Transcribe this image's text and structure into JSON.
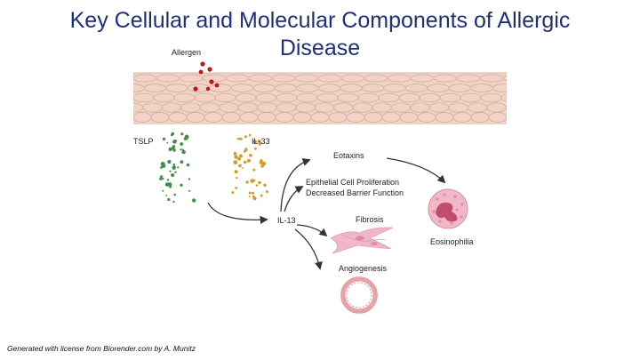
{
  "title": {
    "line1": "Key Cellular and Molecular Components of Allergic",
    "line2": "Disease"
  },
  "labels": {
    "allergen": "Allergen",
    "tslp": "TSLP",
    "il33": "IL-33",
    "il13": "IL-13",
    "eotaxins": "Eotaxins",
    "epithelial_line1": "Epithelial Cell Proliferation",
    "epithelial_line2": "Decreased Barrier Function",
    "fibrosis": "Fibrosis",
    "angiogenesis": "Angiogenesis",
    "eosinophilia": "Eosinophilia"
  },
  "footer": "Generated with license from Biorender.com by A. Munitz",
  "colors": {
    "title": "#1f2f7a",
    "allergen": "#c0151d",
    "tslp": "#3f8f44",
    "il33": "#d59a2a",
    "epithelium": "#f1d3c6",
    "epithelium_line": "#cfa99b",
    "arrow": "#333333",
    "cell_pink": "#f0b7c6",
    "nucleus": "#c24c6e",
    "vessel": "#e8a3a8"
  },
  "icons": {
    "allergen": "allergen-particles-icon",
    "epithelium": "epithelium-layer-icon",
    "tslp": "tslp-dots-icon",
    "il33": "il33-dots-icon",
    "fibroblast": "fibroblast-icon",
    "vessel": "blood-vessel-icon",
    "eosinophil": "eosinophil-icon"
  }
}
